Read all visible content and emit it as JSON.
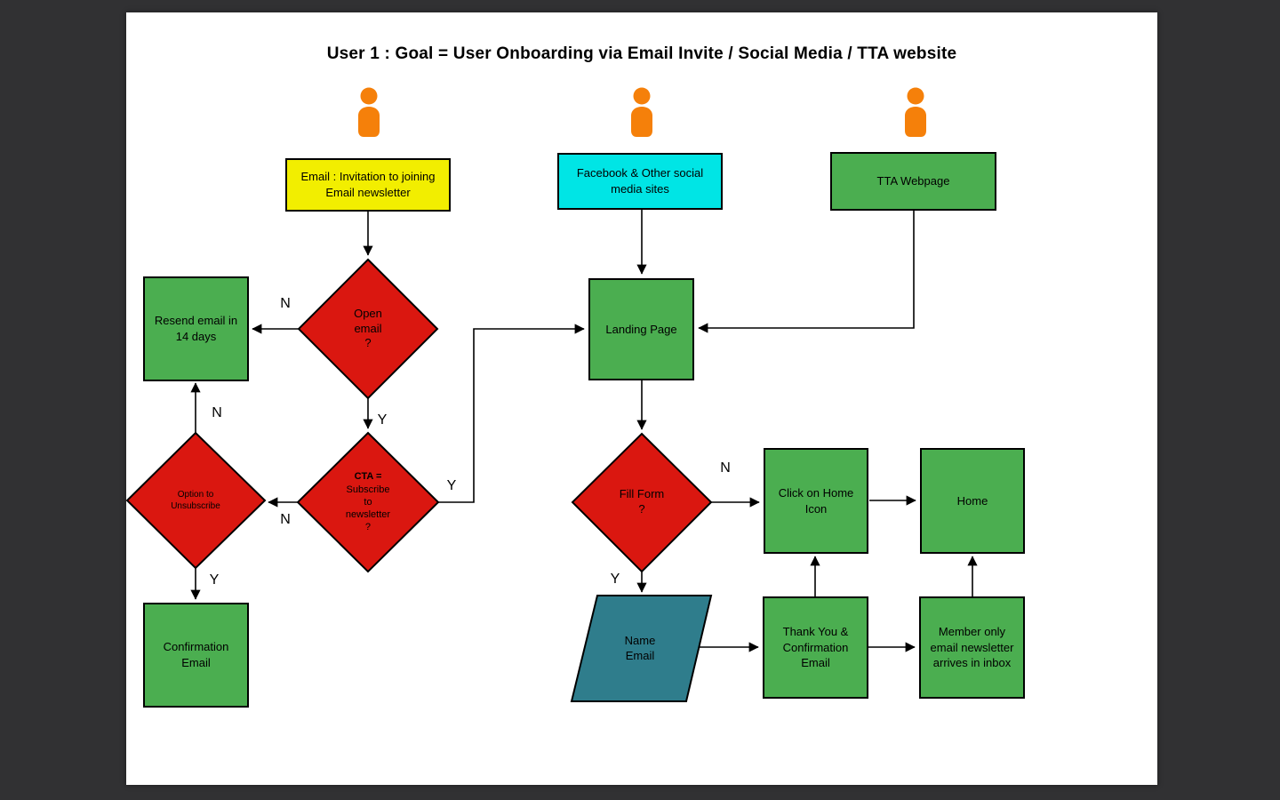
{
  "title": "User 1 : Goal = User Onboarding via Email Invite / Social Media / TTA website",
  "nodes": {
    "email_invite": "Email : Invitation to joining Email newsletter",
    "social_media": "Facebook & Other social media sites",
    "tta_webpage": "TTA Webpage",
    "resend_email": "Resend email in 14 days",
    "landing_page": "Landing Page",
    "confirmation_email": "Confirmation Email",
    "click_home": "Click on Home Icon",
    "home": "Home",
    "thank_you": "Thank You & Confirmation Email",
    "member_newsletter": "Member only email newsletter arrives in inbox"
  },
  "decisions": {
    "open_email": "Open\nemail\n?",
    "cta_bold": "CTA =",
    "cta_rest": "Subscribe\nto\nnewsletter\n?",
    "unsubscribe": "Option to\nUnsubscribe",
    "fill_form": "Fill Form\n?"
  },
  "io": {
    "name_email": "Name\nEmail"
  },
  "edge_labels": {
    "open_no": "N",
    "open_yes": "Y",
    "cta_yes": "Y",
    "cta_no": "N",
    "unsub_no": "N",
    "unsub_yes": "Y",
    "fill_no": "N",
    "fill_yes": "Y"
  },
  "colors": {
    "decision_red": "#da1710",
    "process_green": "#4bae50",
    "email_yellow": "#f2ee00",
    "social_cyan": "#00e5e5",
    "io_teal": "#2f7d8c",
    "person_orange": "#f5800a",
    "background": "#313133"
  }
}
